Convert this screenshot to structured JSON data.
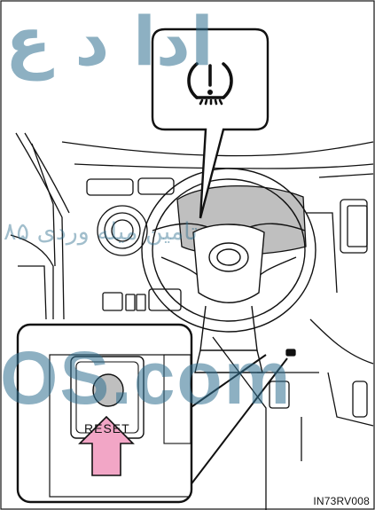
{
  "figure": {
    "code": "IN73RV008",
    "reset_label": "RESET",
    "warning_icon": "tire-pressure-warning-icon",
    "pointer_arrow_color": "#f2a6c6",
    "pointer_arrow_icon": "arrow-up-icon"
  },
  "watermark": {
    "farsi_large": "ادا د ع",
    "farsi_small": "تامین میله‌ وردی ۸۵",
    "latin": "OS.com",
    "color": "#2f6f8f"
  }
}
